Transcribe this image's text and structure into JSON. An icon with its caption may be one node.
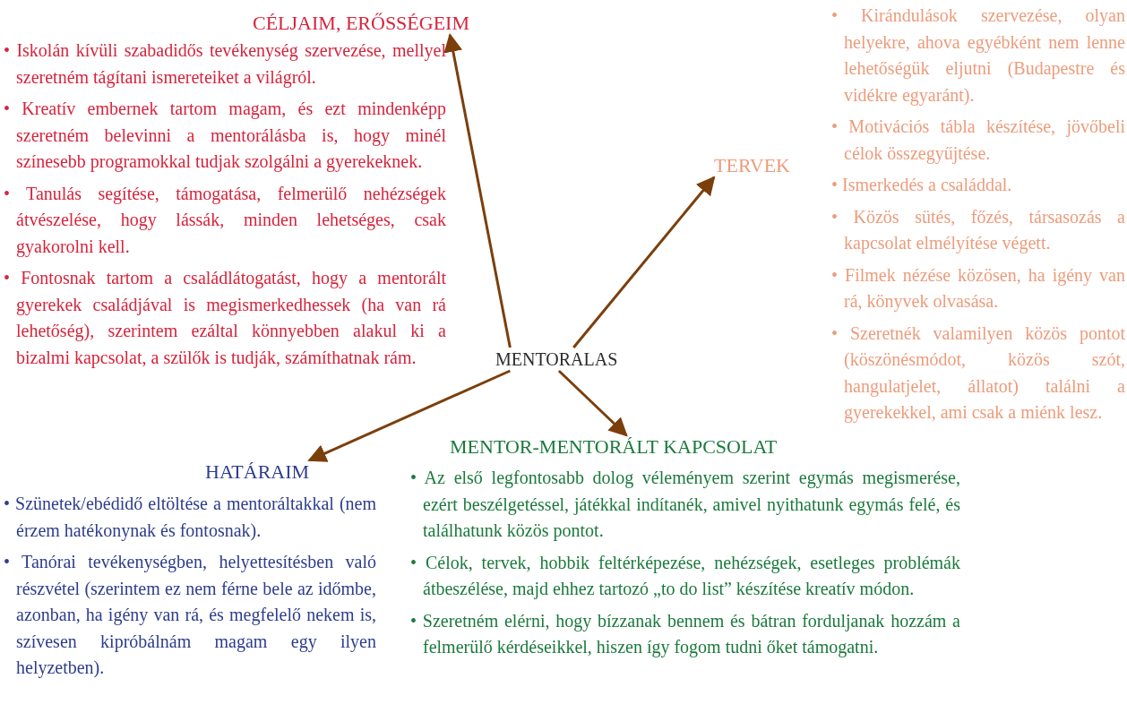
{
  "diagram": {
    "nodes": [
      {
        "text": [
          "CÉLJAIM, ERŐSSÉGEIM"
        ],
        "beside": [
          "• Iskolán kívüli szabadidős tevékenység szervezése, mellyel szeretném tágítani ismereteiket a világról.",
          "• Kreatív embernek tartom magam, és ezt mindenképp szeretném belevinni a mentorálásba is, hogy minél színesebb programokkal tudjak szolgálni a gyerekeknek.",
          "• Tanulás segítése, támogatása, felmerülő nehézségek átvészelése, hogy lássák, minden lehetséges, csak gyakorolni kell.",
          "• Fontosnak tartom a családlátogatást, hogy a mentorált gyerekek családjával is megismerkedhessek (ha van rá lehetőség), szerintem ezáltal könnyebben alakul ki a bizalmi kapcsolat, a szülők is tudják, számíthatnak rám."
        ]
      },
      {
        "text": [
          "TERVEK"
        ],
        "beside": [
          "• Kirándulások szervezése, olyan helyekre, ahova egyébként nem lenne lehetőségük eljutni (Budapestre és vidékre egyaránt).",
          "• Motivációs tábla készítése, jövőbeli célok összegyűjtése.",
          "• Ismerkedés a családdal.",
          "• Közös sütés, főzés, társasozás a kapcsolat elmélyítése végett.",
          "• Filmek nézése közösen, ha igény van rá, könyvek olvasása.",
          "• Szeretnék valamilyen közös pontot (köszönésmódot, közös szót, hangulatjelet, állatot) találni a gyerekekkel, ami csak a miénk lesz."
        ]
      },
      {
        "text": [
          "MENTORALAS"
        ]
      },
      {
        "text": [
          "MENTOR-MENTORÁLT KAPCSOLAT"
        ],
        "beside": [
          "• Az első legfontosabb dolog véleményem szerint egymás megismerése, ezért beszélgetéssel, játékkal indítanék, amivel nyithatunk egymás felé, és találhatunk közös pontot.",
          "• Célok, tervek, hobbik feltérképezése, nehézségek, esetleges problémák átbeszélése, majd ehhez tartozó „to do list” készítése kreatív módon.",
          "• Szeretném elérni, hogy bízzanak bennem és bátran forduljanak hozzám a felmerülő kérdéseikkel, hiszen így fogom tudni őket támogatni."
        ]
      },
      {
        "text": [
          "HATÁRAIM"
        ],
        "beside": [
          "• Szünetek/ebédidő eltöltése a mentoráltakkal (nem érzem hatékonynak és fontosnak).",
          "• Tanórai tevékenységben, helyettesítésben való részvétel (szerintem ez nem férne bele az időmbe, azonban, ha igény van rá, és megfelelő nekem is, szívesen kipróbálnám magam egy ilyen helyzetben)."
        ]
      }
    ],
    "edges": [
      {
        "from": 2,
        "to": 0,
        "arrow": "to"
      },
      {
        "from": 2,
        "to": 1,
        "arrow": "to"
      },
      {
        "from": 2,
        "to": 3,
        "arrow": "to"
      },
      {
        "from": 2,
        "to": 4,
        "arrow": "to"
      }
    ]
  }
}
